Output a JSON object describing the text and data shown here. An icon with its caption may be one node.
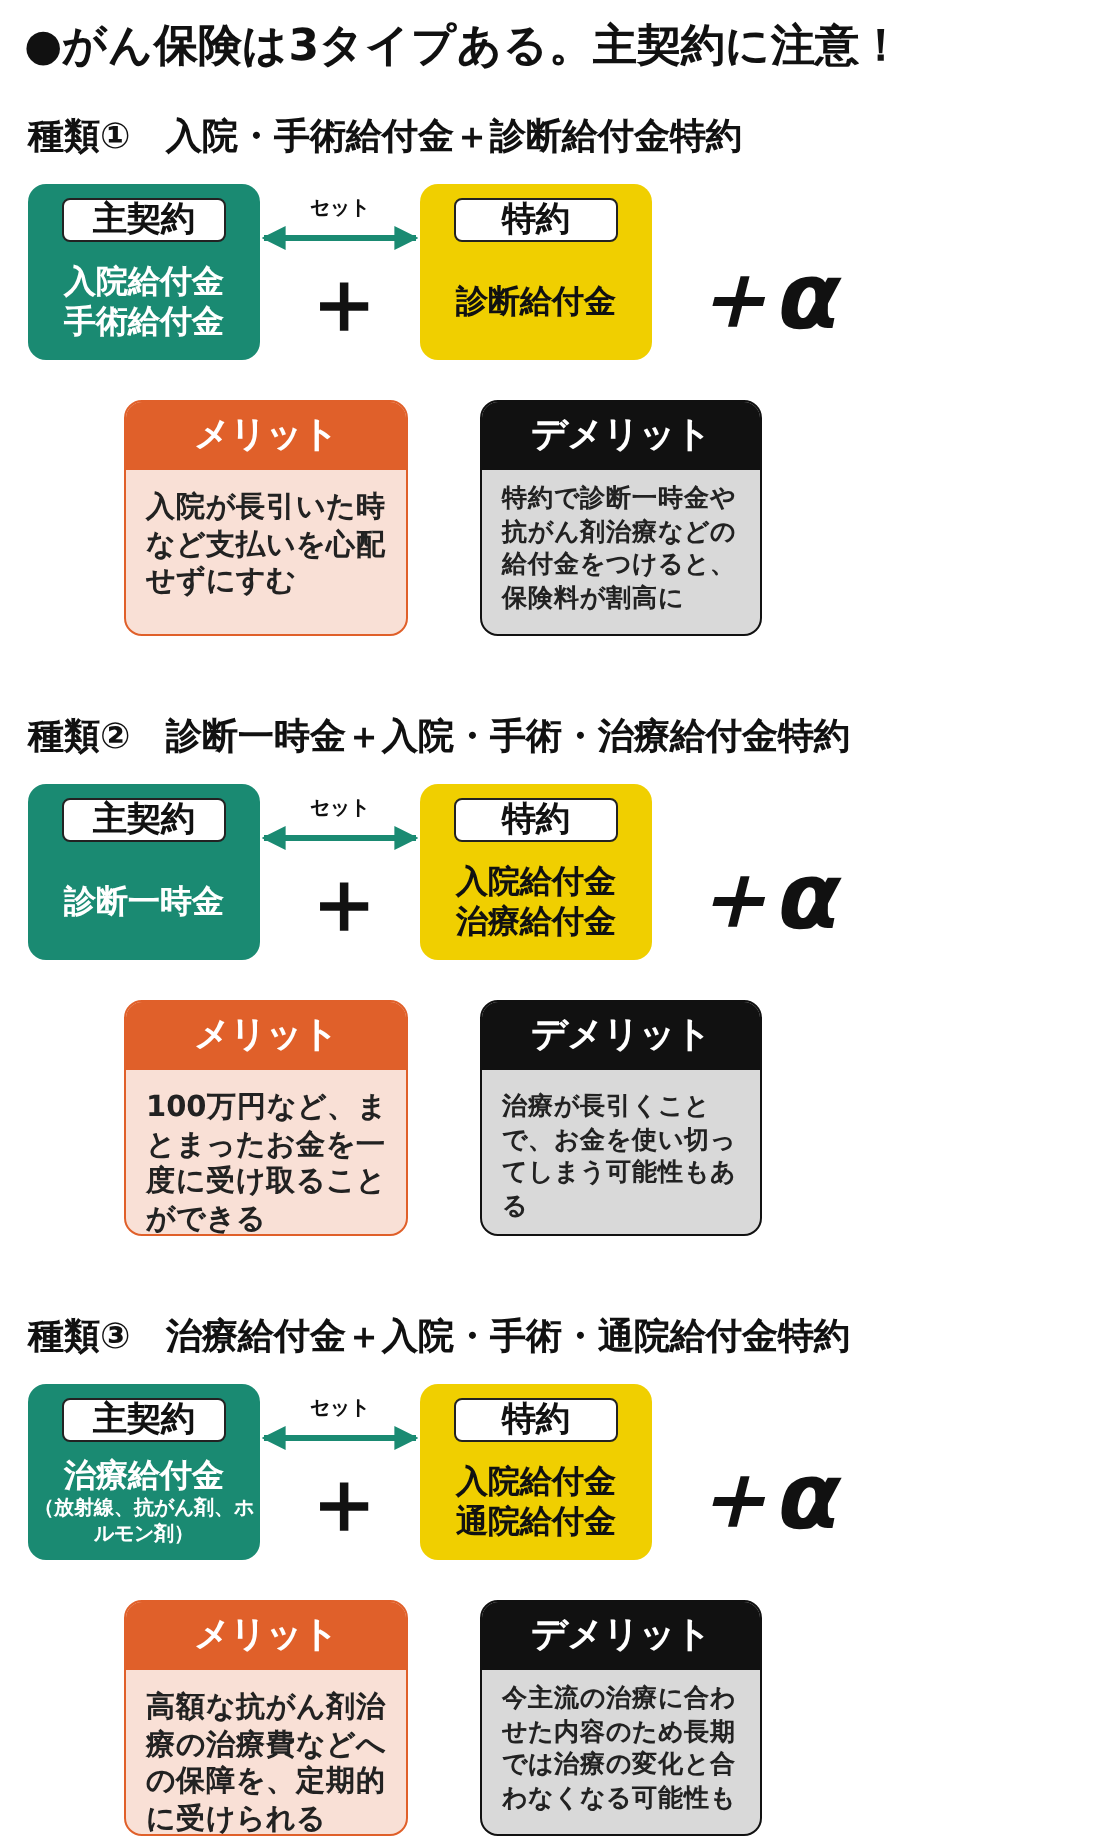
{
  "diagram": {
    "title": "●がん保険は3タイプある。主契約に注意！",
    "nodes": [
      {
        "text": [
          "主契約",
          "入院給付金",
          "手術給付金"
        ]
      },
      {
        "text": [
          "特約",
          "診断給付金"
        ]
      },
      {
        "text": [
          "メリット",
          "入院が長引いた時など支払いを心配せずにすむ"
        ]
      },
      {
        "text": [
          "デメリット",
          "特約で診断一時金や抗がん剤治療などの給付金をつけると、保険料が割高に"
        ]
      },
      {
        "text": [
          "主契約",
          "診断一時金"
        ]
      },
      {
        "text": [
          "特約",
          "入院給付金",
          "治療給付金"
        ]
      },
      {
        "text": [
          "メリット",
          "100万円など、まとまったお金を一度に受け取ることができる"
        ]
      },
      {
        "text": [
          "デメリット",
          "治療が長引くことで、お金を使い切ってしまう可能性もある"
        ]
      },
      {
        "text": [
          "主契約",
          "治療給付金",
          "（放射線、抗がん剤、ホルモン剤）"
        ]
      },
      {
        "text": [
          "特約",
          "入院給付金",
          "通院給付金"
        ]
      },
      {
        "text": [
          "メリット",
          "高額な抗がん剤治療の治療費などへの保障を、定期的に受けられる"
        ]
      },
      {
        "text": [
          "デメリット",
          "今主流の治療に合わせた内容のため長期では治療の変化と合わなくなる可能性も"
        ]
      }
    ],
    "edges": [
      {
        "from": 0,
        "to": 1,
        "arrow": "both",
        "label": "セット"
      },
      {
        "from": 4,
        "to": 5,
        "arrow": "both",
        "label": "セット"
      },
      {
        "from": 8,
        "to": 9,
        "arrow": "both",
        "label": "セット"
      }
    ],
    "labels": [
      "種類①　入院・手術給付金＋診断給付金特約",
      "＋",
      "＋α",
      "種類②　診断一時金＋入院・手術・治療給付金特約",
      "＋",
      "＋α",
      "種類③　治療給付金＋入院・手術・通院給付金特約",
      "＋",
      "＋α"
    ]
  }
}
